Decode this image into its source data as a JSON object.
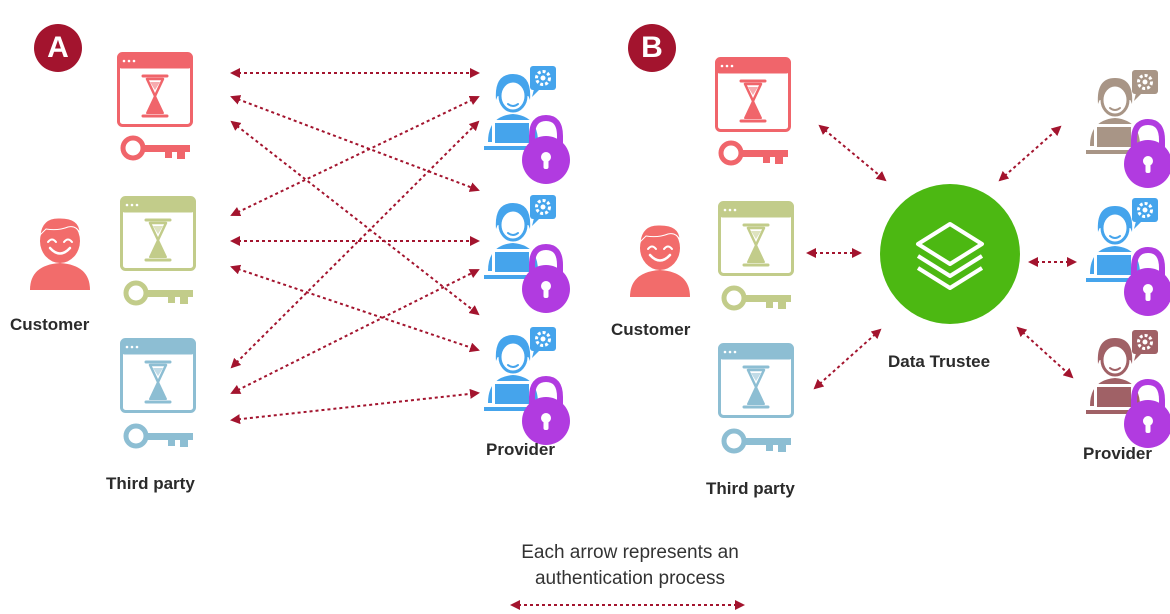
{
  "panels": {
    "a": {
      "badge": "A",
      "customer_label": "Customer",
      "third_party_label": "Third party",
      "provider_label": "Provider"
    },
    "b": {
      "badge": "B",
      "customer_label": "Customer",
      "third_party_label": "Third party",
      "provider_label": "Provider",
      "trustee_label": "Data Trustee"
    }
  },
  "legend": {
    "line1": "Each arrow represents an",
    "line2": "authentication process"
  },
  "colors": {
    "badge": "#a3142e",
    "arrow": "#a3142e",
    "window_red": "#f0656b",
    "window_green": "#c2cc8a",
    "window_blue": "#8dbed3",
    "customer": "#f26c6b",
    "provider_blue": "#45a4ec",
    "provider_taupe": "#a89586",
    "provider_mauve": "#a06166",
    "lock": "#b13be0",
    "trustee": "#4cb812"
  }
}
